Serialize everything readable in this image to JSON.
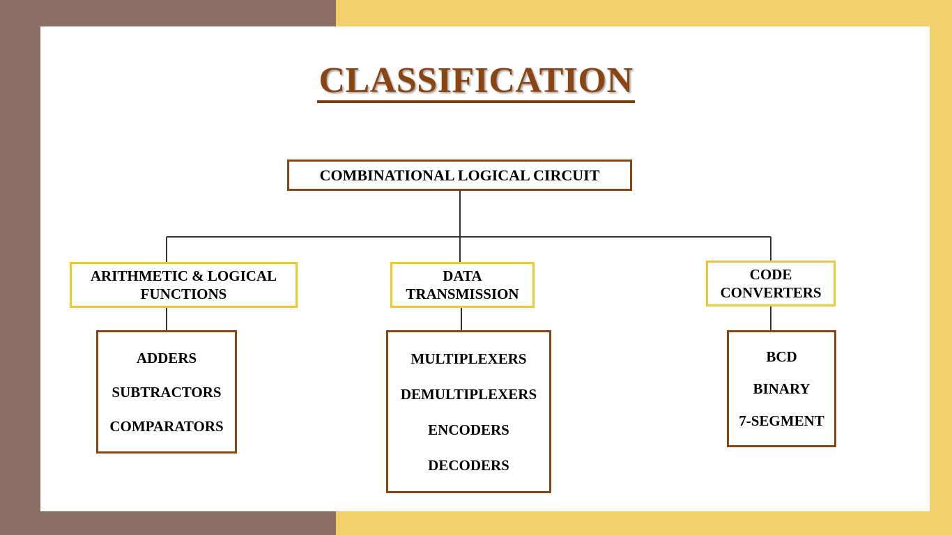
{
  "title": "CLASSIFICATION",
  "root": "COMBINATIONAL LOGICAL CIRCUIT",
  "categories": [
    {
      "label": "ARITHMETIC & LOGICAL FUNCTIONS",
      "items": [
        "ADDERS",
        "SUBTRACTORS",
        "COMPARATORS"
      ]
    },
    {
      "label": "DATA TRANSMISSION",
      "items": [
        "MULTIPLEXERS",
        "DEMULTIPLEXERS",
        "ENCODERS",
        "DECODERS"
      ]
    },
    {
      "label": "CODE CONVERTERS",
      "items": [
        "BCD",
        "BINARY",
        "7-SEGMENT"
      ]
    }
  ],
  "colors": {
    "box_border": "#8b4513",
    "category_border": "#f2c830",
    "title": "#8b4513",
    "left_band": "#8b6e64",
    "right_band": "#f2d06b"
  }
}
